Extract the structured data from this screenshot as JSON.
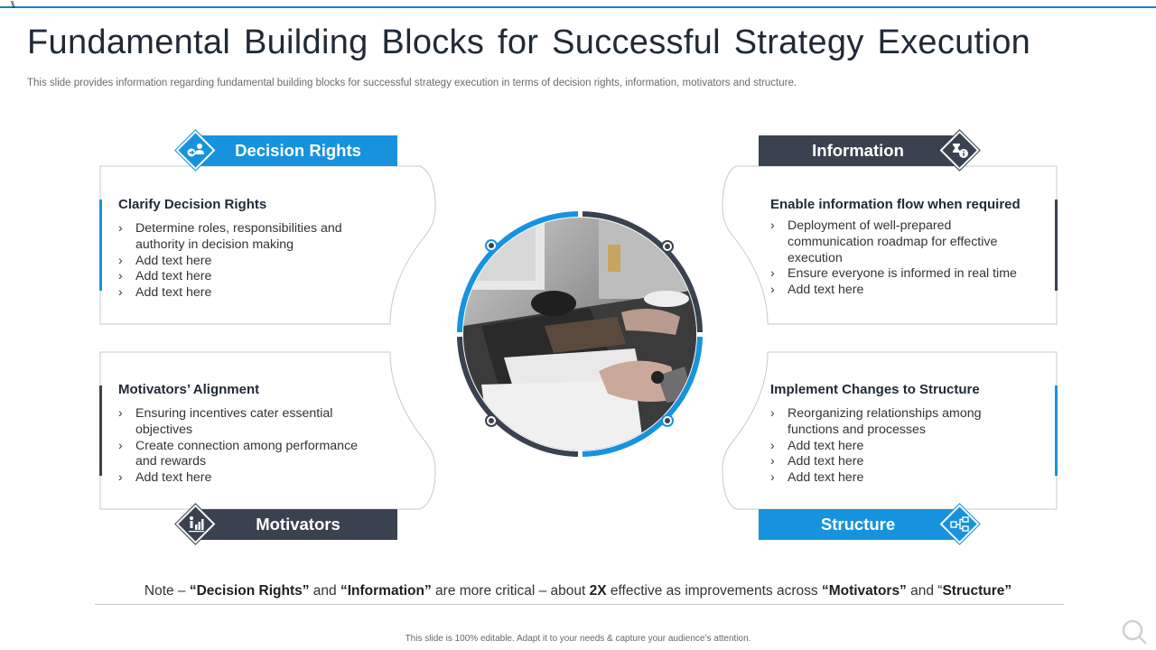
{
  "corner_mark": "\\\\",
  "title": "Fundamental Building Blocks for Successful Strategy Execution",
  "subtitle": "This slide provides information regarding fundamental building blocks for successful strategy execution in terms of decision rights, information, motivators and structure.",
  "quadrants": {
    "decision_rights": {
      "banner": "Decision Rights",
      "icon": "decision-people-icon",
      "heading": "Clarify Decision Rights",
      "bullets": [
        "Determine roles, responsibilities and authority in decision making",
        "Add text here",
        "Add text here",
        "Add text here"
      ]
    },
    "information": {
      "banner": "Information",
      "icon": "info-hourglass-icon",
      "heading": "Enable information flow when required",
      "bullets": [
        "Deployment of well-prepared communication roadmap for effective execution",
        "Ensure everyone is informed in real time",
        "Add text here"
      ]
    },
    "motivators": {
      "banner": "Motivators",
      "icon": "bar-chart-person-icon",
      "heading": "Motivators’ Alignment",
      "bullets": [
        "Ensuring incentives cater essential objectives",
        "Create connection among performance and rewards",
        "Add text here"
      ]
    },
    "structure": {
      "banner": "Structure",
      "icon": "org-structure-icon",
      "heading": "Implement Changes to Structure",
      "bullets": [
        "Reorganizing relationships among functions and processes",
        "Add text here",
        "Add text here",
        "Add text here"
      ]
    }
  },
  "note": {
    "prefix": "Note – ",
    "q1": "“Decision Rights”",
    "and1": " and ",
    "q2": "“Information”",
    "mid": " are more critical – about ",
    "factor": "2X",
    "mid2": " effective as improvements across ",
    "q3": "“Motivators”",
    "and2": " and “",
    "q4": "Structure”"
  },
  "footer": "This slide is 100% editable. Adapt it to your needs & capture your audience’s attention.",
  "colors": {
    "blue": "#1793dd",
    "dark": "#3a4250"
  }
}
